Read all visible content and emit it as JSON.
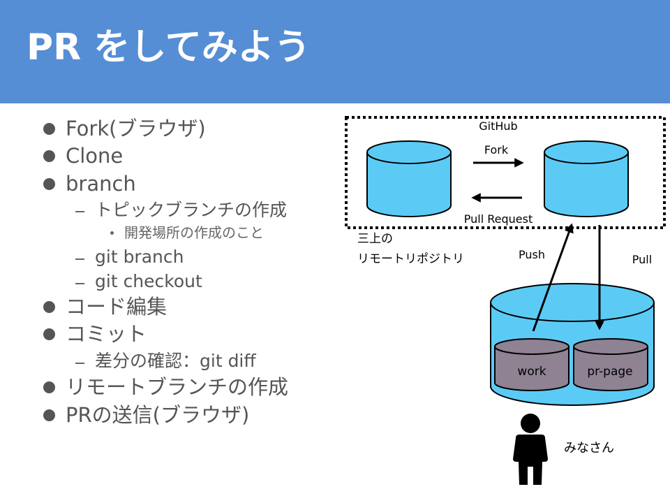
{
  "slide": {
    "title": "PR をしてみよう"
  },
  "bullets": [
    {
      "level": 1,
      "text": "Fork(ブラウザ)"
    },
    {
      "level": 1,
      "text": "Clone"
    },
    {
      "level": 1,
      "text": "branch"
    },
    {
      "level": 2,
      "text": "トピックブランチの作成"
    },
    {
      "level": 3,
      "text": "開発場所の作成のこと"
    },
    {
      "level": 2,
      "text": "git branch"
    },
    {
      "level": 2,
      "text": "git checkout"
    },
    {
      "level": 1,
      "text": "コード編集"
    },
    {
      "level": 1,
      "text": "コミット"
    },
    {
      "level": 2,
      "text": "差分の確認：git diff"
    },
    {
      "level": 1,
      "text": "リモートブランチの作成"
    },
    {
      "level": 1,
      "text": "PRの送信(ブラウザ)"
    }
  ],
  "diagram": {
    "github_label": "GitHub",
    "fork_label": "Fork",
    "pull_request_label": "Pull Request",
    "remote_owner": "三上の",
    "remote_repo_label": "リモートリポジトリ",
    "push_label": "Push",
    "pull_label": "Pull",
    "local_branch_work": "work",
    "local_branch_pr_page": "pr-page",
    "user_label": "みなさん"
  },
  "colors": {
    "title_bar": "#558ed5",
    "cylinder_fill": "#5bcbf5",
    "branch_fill": "#8e8293",
    "bullet_text": "#555555"
  }
}
